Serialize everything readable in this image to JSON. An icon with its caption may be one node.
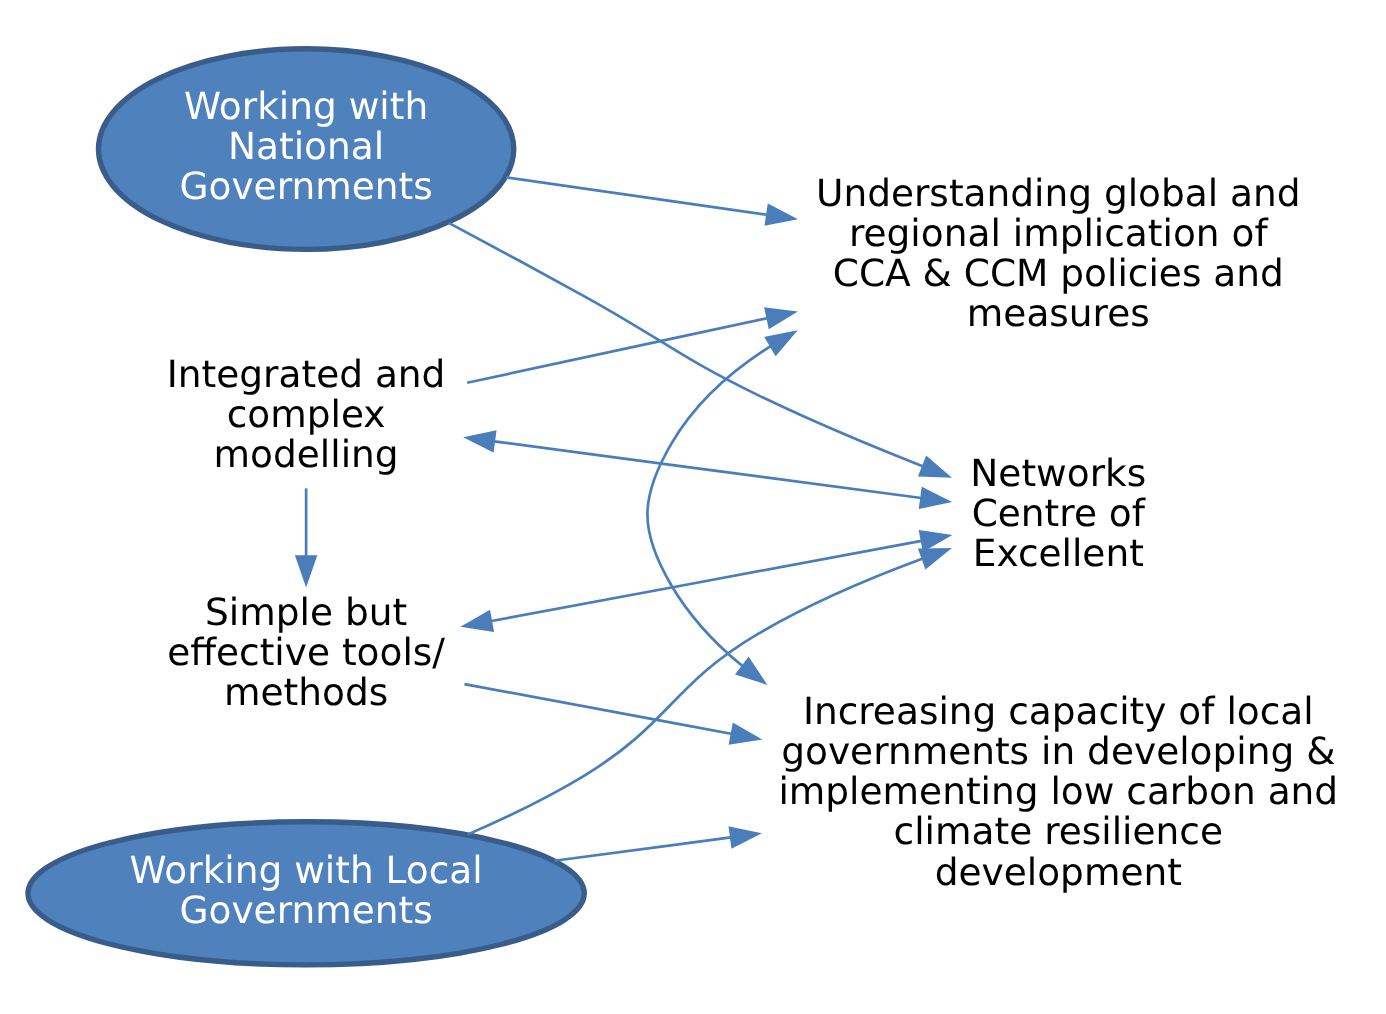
{
  "diagram": {
    "nodes": [
      {
        "text": [
          "Working with National Governments"
        ]
      },
      {
        "text": [
          "Networks Centre of Excellent"
        ]
      },
      {
        "text": [
          "Integrated and complex modelling"
        ]
      },
      {
        "text": [
          "Understanding global and regional implication of CCA & CCM policies and measures"
        ]
      },
      {
        "text": [
          "Simple but effective tools/ methods"
        ]
      },
      {
        "text": [
          "Increasing capacity of local governments in developing & implementing low carbon and climate resilience development"
        ]
      },
      {
        "text": [
          "Working with Local Governments"
        ]
      }
    ],
    "edges": [
      {
        "from": 0,
        "to": 3,
        "arrow": "to"
      },
      {
        "from": 0,
        "to": 1,
        "arrow": "to"
      },
      {
        "from": 1,
        "to": 2,
        "arrow": "both"
      },
      {
        "from": 2,
        "to": 3,
        "arrow": "to"
      },
      {
        "from": 2,
        "to": 4,
        "arrow": "to"
      },
      {
        "from": 3,
        "to": 5,
        "arrow": "both"
      },
      {
        "from": 1,
        "to": 4,
        "arrow": "both"
      },
      {
        "from": 4,
        "to": 5,
        "arrow": "to"
      },
      {
        "from": 6,
        "to": 1,
        "arrow": "to"
      },
      {
        "from": 6,
        "to": 5,
        "arrow": "to"
      }
    ]
  }
}
